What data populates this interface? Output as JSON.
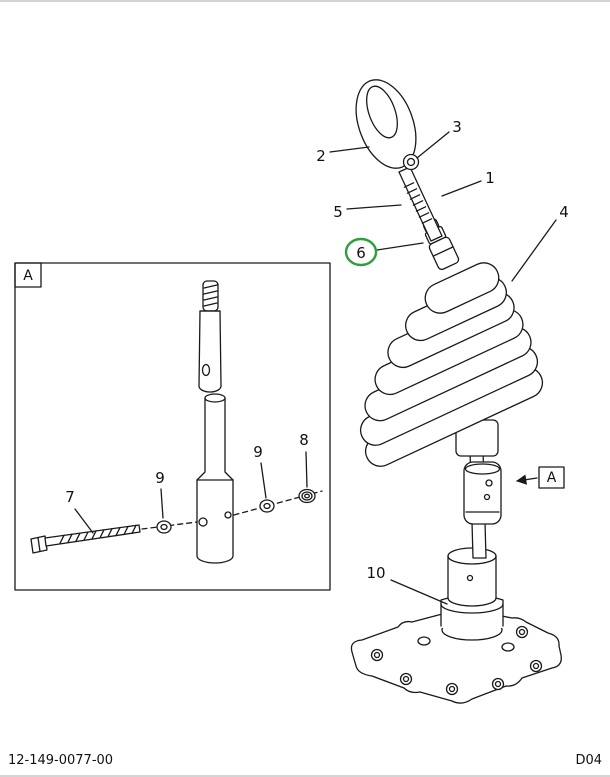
{
  "footer": {
    "part_number": "12-149-0077-00",
    "doc_code": "D04"
  },
  "callouts": {
    "c1": "1",
    "c2": "2",
    "c3": "3",
    "c4": "4",
    "c5": "5",
    "c6": "6",
    "c7": "7",
    "c8": "8",
    "c9a": "9",
    "c9b": "9",
    "c10": "10"
  },
  "labels": {
    "detail_box": "A",
    "detail_ref": "A"
  },
  "colors": {
    "callout_highlight": "#2f9e41",
    "line": "#1a1a1a"
  }
}
